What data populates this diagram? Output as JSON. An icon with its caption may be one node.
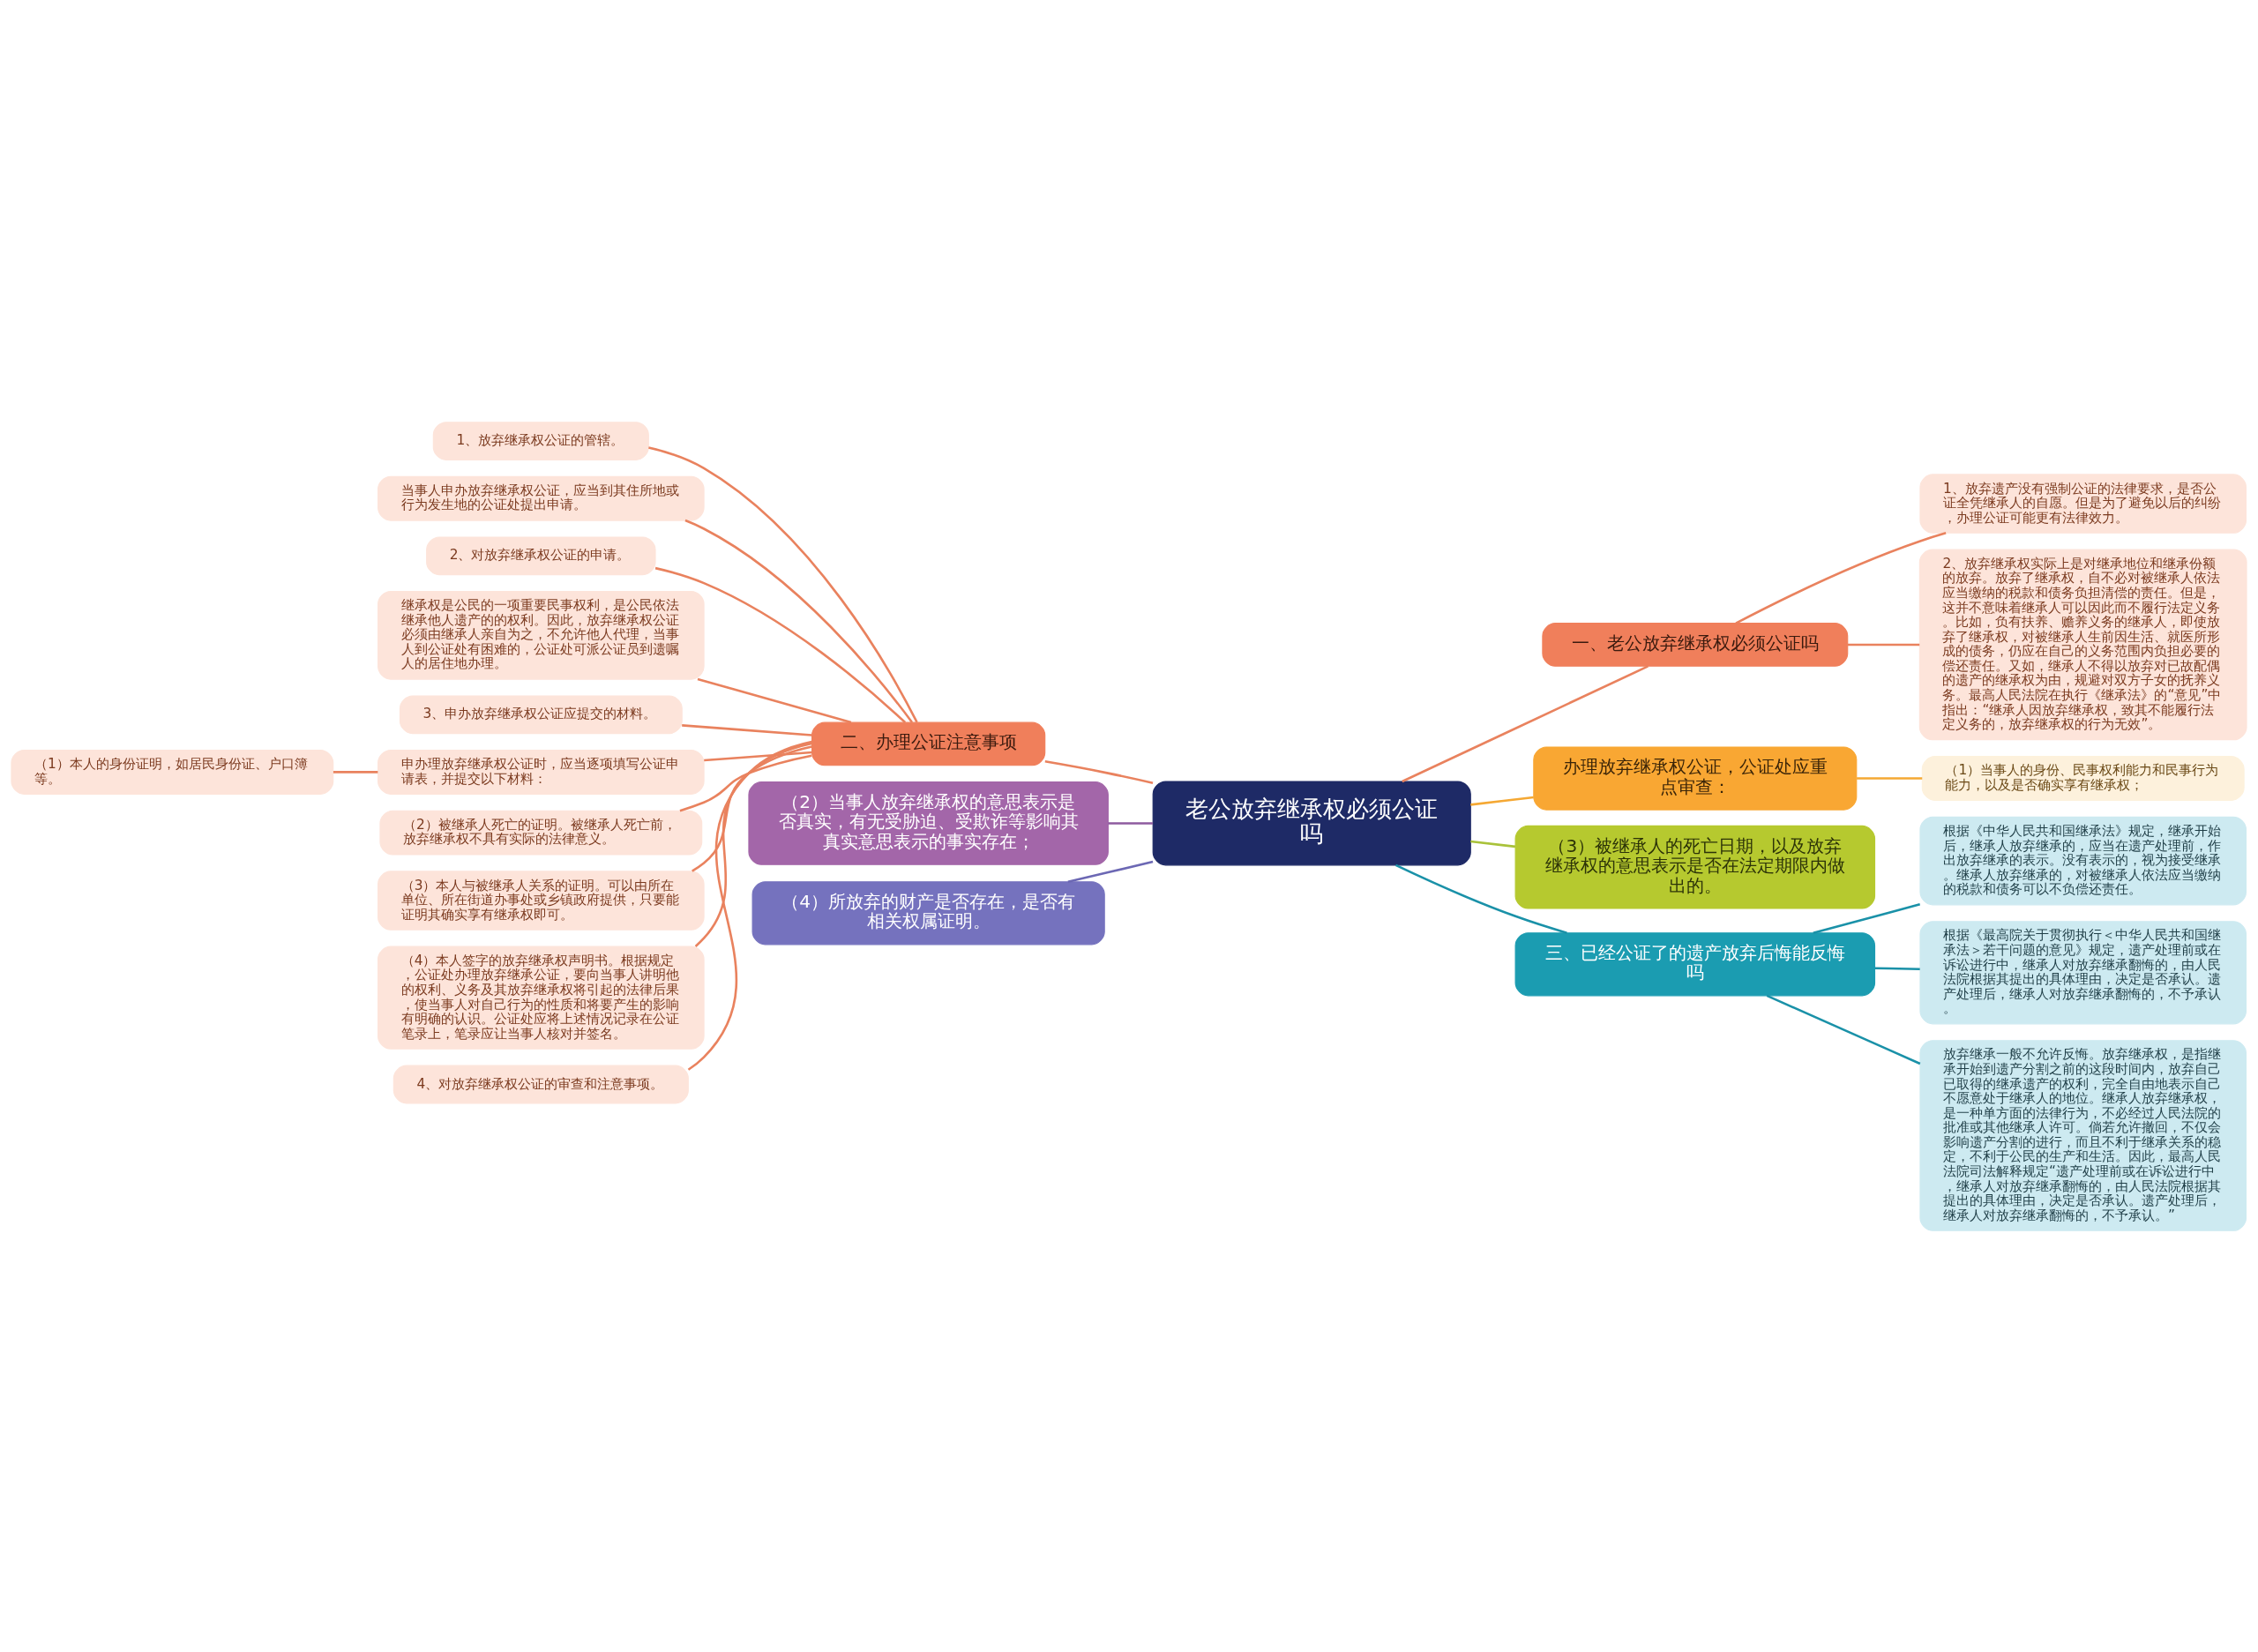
{
  "diagram": {
    "nodes": [
      {
        "text": [
          "老公放弃继承权必须公证吗"
        ]
      },
      {
        "text": [
          "一、老公放弃继承权必须公证吗"
        ]
      },
      {
        "text": [
          "1、放弃遗产没有强制公证的法律要求，是否公证全凭继承人的自愿。但是为了避免以后的纠纷，办理公证可能更有法律效力。"
        ]
      },
      {
        "text": [
          "2、放弃继承权实际上是对继承地位和继承份额的放弃。放弃了继承权，自不必对被继承人依法应当缴纳的税款和债务负担清偿的责任。但是，这并不意味着继承人可以因此而不履行法定义务。比如，负有扶养、赡养义务的继承人，即使放弃了继承权，对被继承人生前因生活、就医所形成的债务，仍应在自己的义务范围内负担必要的偿还责任。又如，继承人不得以放弃对已故配偶的遗产的继承权为由，规避对双方子女的抚养义务。最高人民法院在执行《继承法》的“意见”中指出：“继承人因放弃继承权，致其不能履行法定义务的，放弃继承权的行为无效”。"
        ]
      },
      {
        "text": [
          "办理放弃继承权公证，公证处应重点审查："
        ]
      },
      {
        "text": [
          "（1）当事人的身份、民事权利能力和民事行为能力，以及是否确实享有继承权；"
        ]
      },
      {
        "text": [
          "（3）被继承人的死亡日期，以及放弃继承权的意思表示是否在法定期限内做出的。"
        ]
      },
      {
        "text": [
          "三、已经公证了的遗产放弃后悔能反悔吗"
        ]
      },
      {
        "text": [
          "根据《中华人民共和国继承法》规定，继承开始后，继承人放弃继承的，应当在遗产处理前，作出放弃继承的表示。没有表示的，视为接受继承。继承人放弃继承的，对被继承人依法应当缴纳的税款和债务可以不负偿还责任。"
        ]
      },
      {
        "text": [
          "根据《最高院关于贯彻执行＜中华人民共和国继承法＞若干问题的意见》规定，遗产处理前或在诉讼进行中，继承人对放弃继承翻悔的，由人民法院根据其提出的具体理由，决定是否承认。遗产处理后，继承人对放弃继承翻悔的，不予承认。"
        ]
      },
      {
        "text": [
          "放弃继承一般不允许反悔。放弃继承权，是指继承开始到遗产分割之前的这段时间内，放弃自己已取得的继承遗产的权利，完全自由地表示自己不愿意处于继承人的地位。继承人放弃继承权，是一种单方面的法律行为，不必经过人民法院的批准或其他继承人许可。倘若允许撤回，不仅会影响遗产分割的进行，而且不利于继承关系的稳定，不利于公民的生产和生活。因此，最高人民法院司法解释规定“遗产处理前或在诉讼进行中，继承人对放弃继承翻悔的，由人民法院根据其提出的具体理由，决定是否承认。遗产处理后，继承人对放弃继承翻悔的，不予承认。”"
        ]
      },
      {
        "text": [
          "二、办理公证注意事项"
        ]
      },
      {
        "text": [
          "1、放弃继承权公证的管辖。"
        ]
      },
      {
        "text": [
          "当事人申办放弃继承权公证，应当到其住所地或行为发生地的公证处提出申请。"
        ]
      },
      {
        "text": [
          "2、对放弃继承权公证的申请。"
        ]
      },
      {
        "text": [
          "继承权是公民的一项重要民事权利，是公民依法继承他人遗产的的权利。因此，放弃继承权公证必须由继承人亲自为之，不允许他人代理，当事人到公证处有困难的，公证处可派公证员到遗嘱人的居住地办理。"
        ]
      },
      {
        "text": [
          "3、申办放弃继承权公证应提交的材料。"
        ]
      },
      {
        "text": [
          "申办理放弃继承权公证时，应当逐项填写公证申请表，并提交以下材料："
        ]
      },
      {
        "text": [
          "（1）本人的身份证明，如居民身份证、户口簿等。"
        ]
      },
      {
        "text": [
          "（2）被继承人死亡的证明。被继承人死亡前，放弃继承权不具有实际的法律意义。"
        ]
      },
      {
        "text": [
          "（3）本人与被继承人关系的证明。可以由所在单位、所在街道办事处或乡镇政府提供，只要能证明其确实享有继承权即可。"
        ]
      },
      {
        "text": [
          "（4）本人签字的放弃继承权声明书。根据规定，公证处办理放弃继承公证，要向当事人讲明他的权利、义务及其放弃继承权将引起的法律后果，使当事人对自己行为的性质和将要产生的影响有明确的认识。公证处应将上述情况记录在公证笔录上，笔录应让当事人核对并签名。"
        ]
      },
      {
        "text": [
          "4、对放弃继承权公证的审查和注意事项。"
        ]
      },
      {
        "text": [
          "（2）当事人放弃继承权的意思表示是否真实，有无受胁迫、受欺诈等影响其真实意思表示的事实存在；"
        ]
      },
      {
        "text": [
          "（4）所放弃的财产是否存在，是否有相关权属证明。"
        ]
      }
    ],
    "edges": [
      {
        "from": 0,
        "to": 1,
        "arrow": "none"
      },
      {
        "from": 1,
        "to": 2,
        "arrow": "none"
      },
      {
        "from": 1,
        "to": 3,
        "arrow": "none"
      },
      {
        "from": 0,
        "to": 4,
        "arrow": "none",
        "color": "#f5a833"
      },
      {
        "from": 4,
        "to": 5,
        "arrow": "none",
        "color": "#f5a833"
      },
      {
        "from": 0,
        "to": 6,
        "arrow": "none",
        "color": "#a9c23a"
      },
      {
        "from": 0,
        "to": 7,
        "arrow": "none",
        "color": "#1a91a8"
      },
      {
        "from": 7,
        "to": 8,
        "arrow": "none",
        "color": "#1a91a8"
      },
      {
        "from": 7,
        "to": 9,
        "arrow": "none",
        "color": "#1a91a8"
      },
      {
        "from": 7,
        "to": 10,
        "arrow": "none",
        "color": "#1a91a8"
      },
      {
        "from": 11,
        "to": 0,
        "arrow": "none"
      },
      {
        "from": 12,
        "to": 11,
        "arrow": "none"
      },
      {
        "from": 13,
        "to": 11,
        "arrow": "none"
      },
      {
        "from": 14,
        "to": 11,
        "arrow": "none"
      },
      {
        "from": 15,
        "to": 11,
        "arrow": "none"
      },
      {
        "from": 16,
        "to": 11,
        "arrow": "none"
      },
      {
        "from": 17,
        "to": 11,
        "arrow": "none"
      },
      {
        "from": 18,
        "to": 17,
        "arrow": "none"
      },
      {
        "from": 19,
        "to": 11,
        "arrow": "none"
      },
      {
        "from": 20,
        "to": 11,
        "arrow": "none"
      },
      {
        "from": 21,
        "to": 11,
        "arrow": "none"
      },
      {
        "from": 22,
        "to": 11,
        "arrow": "none"
      },
      {
        "from": 23,
        "to": 0,
        "arrow": "none",
        "color": "#8e5b9f"
      },
      {
        "from": 24,
        "to": 0,
        "arrow": "none",
        "color": "#6c68b4"
      }
    ]
  }
}
